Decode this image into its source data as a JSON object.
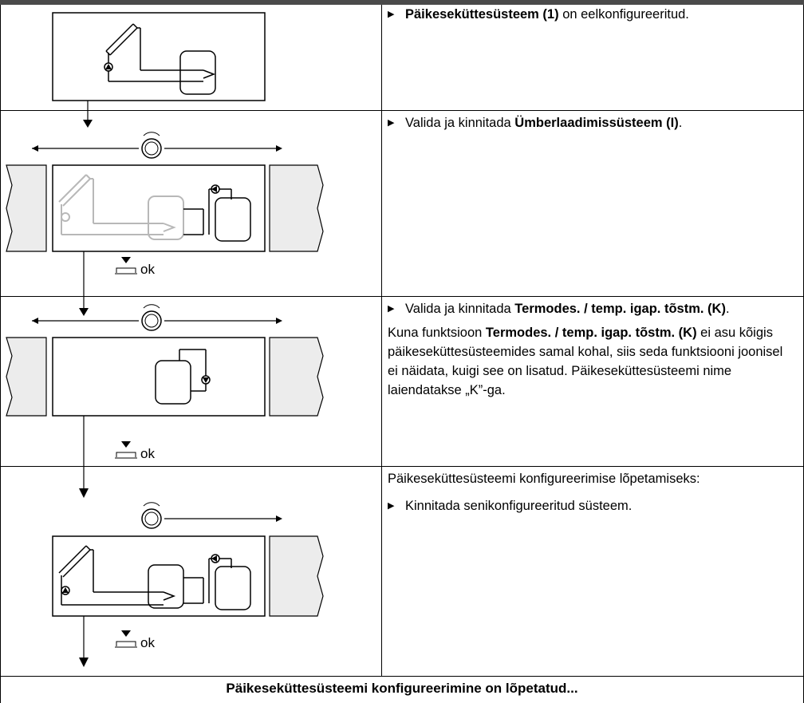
{
  "rows": [
    {
      "steps": [
        {
          "bullet": "▶",
          "pre": "",
          "bold": "Päikeseküttesüsteem (1)",
          "post": " on eelkonfigureeritud."
        }
      ],
      "paragraphs": []
    },
    {
      "steps": [
        {
          "bullet": "▶",
          "pre": "Valida ja kinnitada ",
          "bold": "Ümberlaadimissüsteem (I)",
          "post": "."
        }
      ],
      "paragraphs": []
    },
    {
      "steps": [
        {
          "bullet": "▶",
          "pre": "Valida ja kinnitada ",
          "bold": "Termodes. / temp. igap. tõstm. (K)",
          "post": "."
        }
      ],
      "note": {
        "pre": "Kuna funktsioon ",
        "bold": "Termodes. / temp. igap. tõstm. (K)",
        "post": " ei asu kõigis päikeseküttesüsteemides samal kohal, siis seda funktsiooni joonisel ei näidata, kuigi see on lisatud. Päikeseküttesüsteemi nime laiendatakse „K”-ga."
      }
    },
    {
      "intro": "Päikeseküttesüsteemi konfigureerimise lõpetamiseks:",
      "steps": [
        {
          "bullet": "▶",
          "pre": "Kinnitada senikonfigureeritud süsteem.",
          "bold": "",
          "post": ""
        }
      ]
    }
  ],
  "ok_label": "ok",
  "footer": "Päikeseküttesüsteemi konfigureerimine on lõpetatud..."
}
